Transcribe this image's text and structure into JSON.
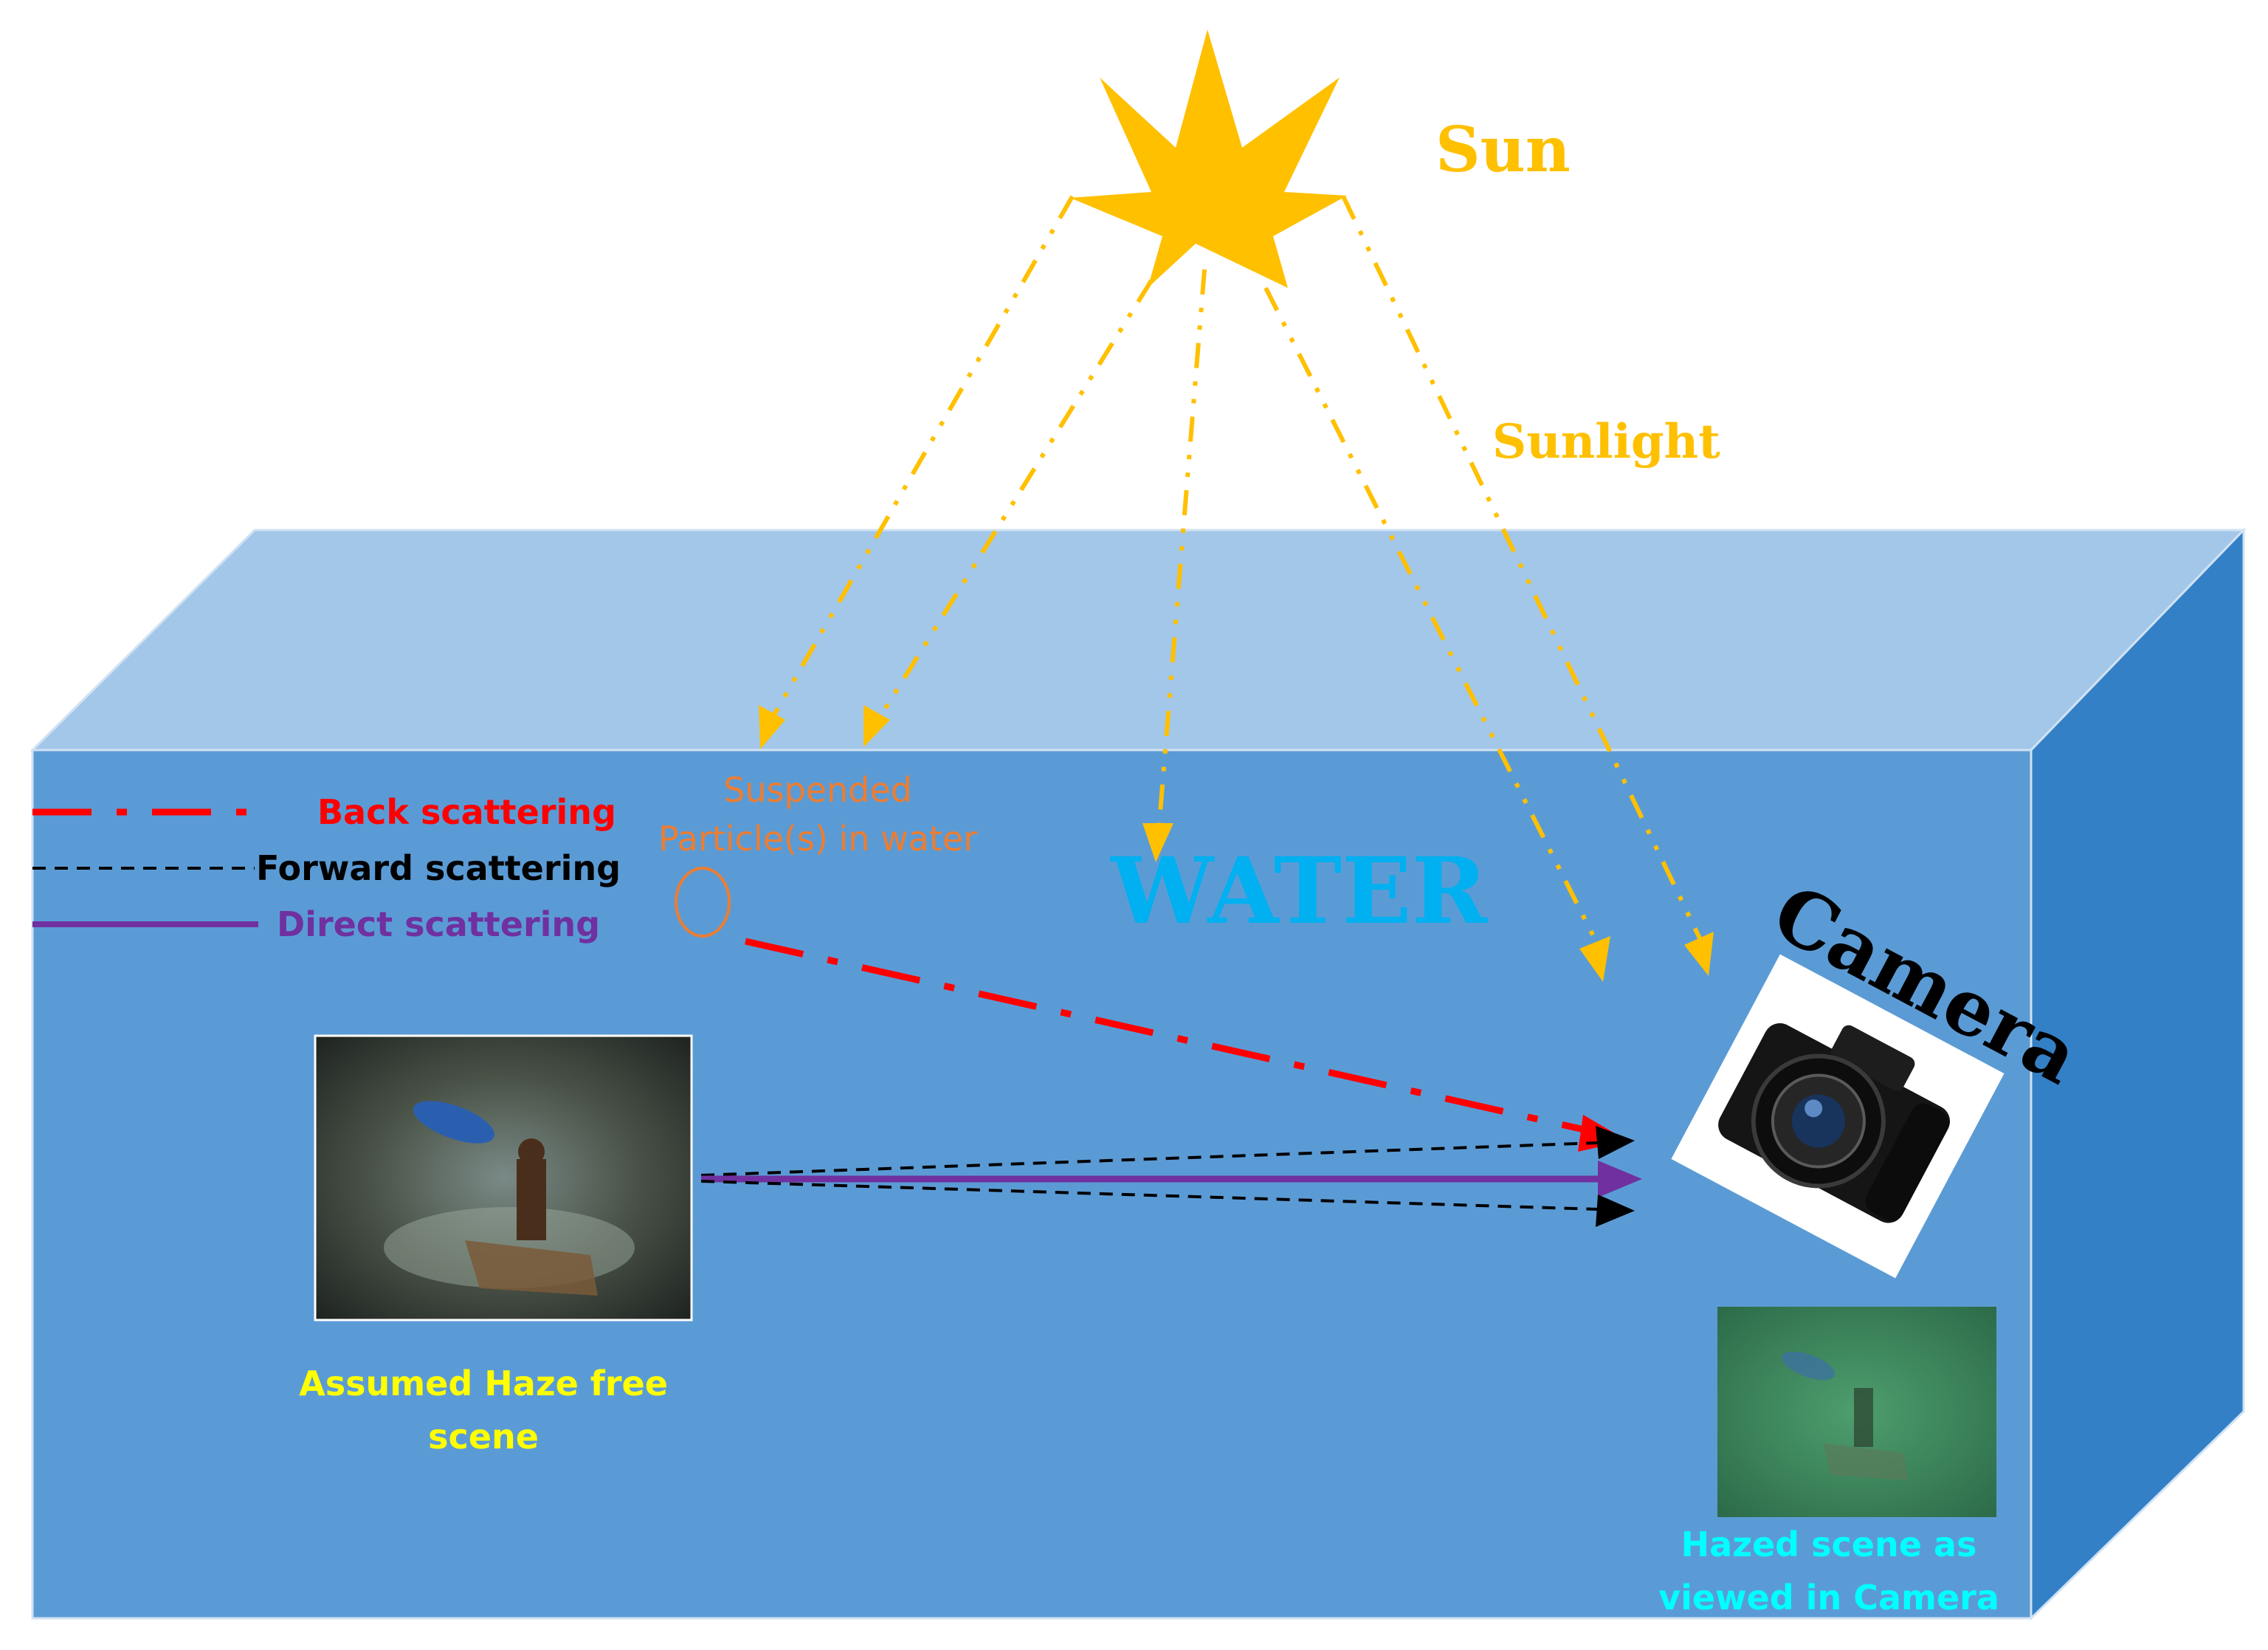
{
  "labels": {
    "sun": "Sun",
    "sunlight": "Sunlight",
    "water": "WATER",
    "camera": "Camera",
    "suspended_line1": "Suspended",
    "suspended_line2": "Particle(s) in water",
    "haze_free_line1": "Assumed Haze free",
    "haze_free_line2": "scene",
    "hazed_line1": "Hazed scene as",
    "hazed_line2": "viewed in Camera"
  },
  "legend": [
    {
      "label": "Back scattering",
      "style": "dash-dot",
      "color": "#ff0000"
    },
    {
      "label": "Forward scattering",
      "style": "dashed",
      "color": "#000000"
    },
    {
      "label": "Direct scattering",
      "style": "solid",
      "color": "#7030a0"
    }
  ],
  "colors": {
    "sun": "#ffc000",
    "sunlight_rays": "#ffc000",
    "water_front": "#5b9bd5",
    "water_top": "#a3c7e9",
    "water_side": "#3380c6",
    "water_label": "#00b0f0",
    "suspended_label": "#ed7d31",
    "haze_free_label": "#ffff00",
    "hazed_label": "#00ffff",
    "back_scattering": "#ff0000",
    "forward_scattering": "#000000",
    "direct_scattering": "#7030a0"
  },
  "icons": {
    "sun": "sun-star-icon",
    "particle": "particle-circle-icon",
    "camera": "dslr-camera-icon",
    "haze_free_photo": "underwater-photo",
    "hazed_photo": "hazed-underwater-photo"
  }
}
